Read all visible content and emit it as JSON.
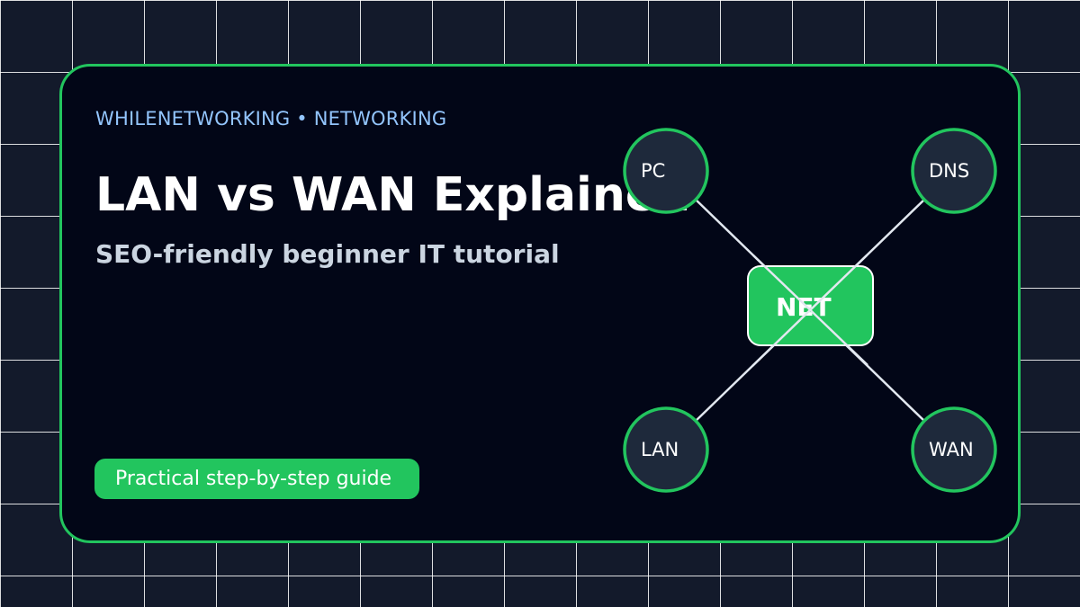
{
  "header": {
    "eyebrow": "WHILENETWORKING • NETWORKING",
    "title": "LAN vs WAN Explained",
    "subtitle": "SEO-friendly beginner IT tutorial"
  },
  "badge": {
    "label": "Practical step-by-step guide"
  },
  "diagram": {
    "hub": {
      "label": "NET"
    },
    "nodes": [
      {
        "label": "PC"
      },
      {
        "label": "DNS"
      },
      {
        "label": "LAN"
      },
      {
        "label": "WAN"
      }
    ]
  },
  "colors": {
    "accent": "#22c55e",
    "card_background": "#020617",
    "page_background": "#131a2b",
    "node_fill": "#1e293b",
    "eyebrow_text": "#93c5fd",
    "subtitle_text": "#cbd5e1"
  }
}
